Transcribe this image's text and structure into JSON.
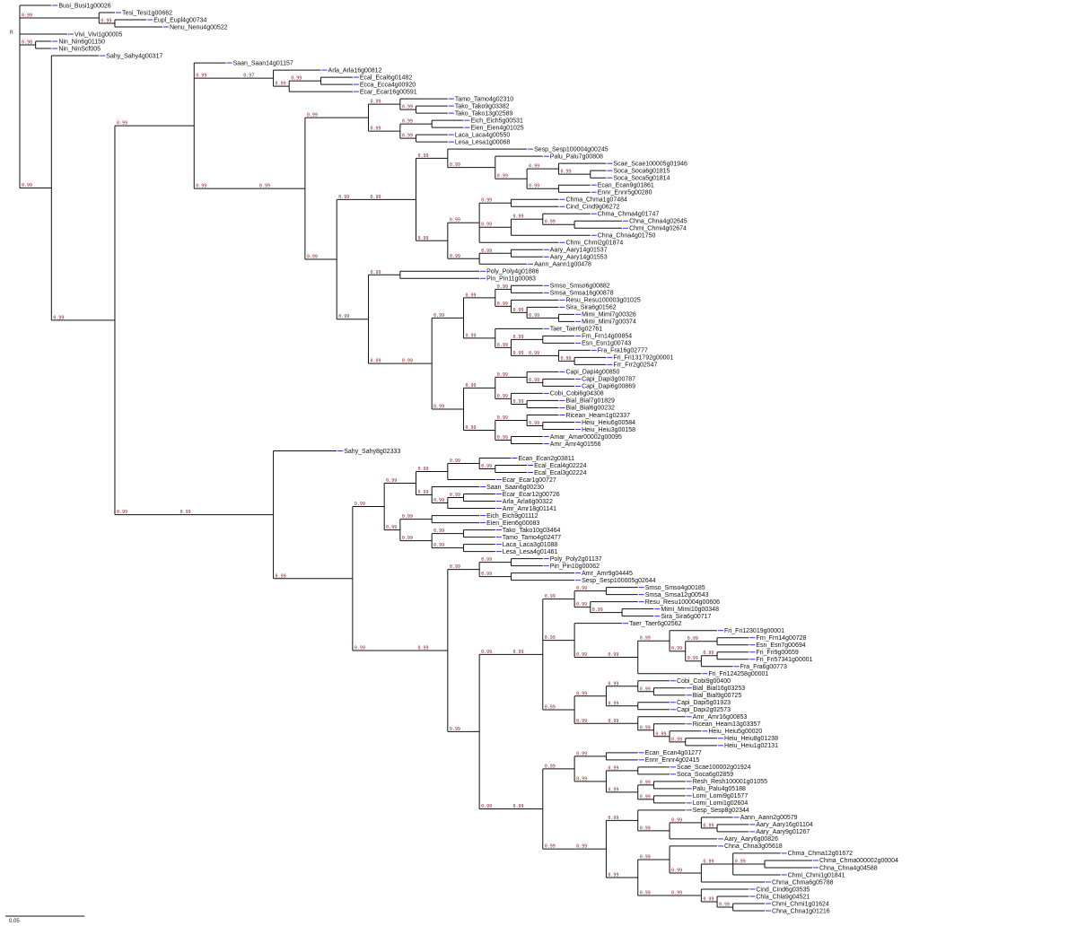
{
  "colors": {
    "branch": "#111111",
    "tip_tick": "#2233cc",
    "support": "#8b1a1a",
    "background": "#ffffff"
  },
  "root_label": "R",
  "scale_bar": {
    "label": "0.05",
    "length": 0.05
  },
  "tree": "(Busi_Busi1g00026:0.02,((Tesi_Tesi1g00662:0.01,(Eupl_Eupl4g00734:0.02,Nenu_Nenu4g00522:0.03)0.99:0.01)0.99:0.05,((Vivi_Vivi1g00005:0.03,(((Nin_Nin6g01150:0.01,Nin_NinScf005:0.01)0.98:0.01,(((Sahy_Sahy4g00317:0.03,((Saan_Saan14g01157:0.02,((Arla_Arla16g00812:0.03,((Ecal_Ecal6g01482:0.02,Ecca_Ecca4g00920:0.02)0.99:0.02,Ecar_Ecar16g00591:0.04)0.99:0.01)0.97:0.02)0.99:0.03,((((Tamo_Tamo4g02310:0.03,(Tako_Tako9g03382:0.02,Tako_Tako13g02589:0.02)0.99:0.01)0.99:0.02,((Eich_Eich5g00531:0.02,Eien_Eien4g01025:0.02)0.99:0.02,(Laca_Laca4g00550:0.02,Lesa_Lesa1g00068:0.02)0.99:0.01)0.99:0.02)0.99:0.04,((((Sesp_Sesp100004g00245:0.05,(Palu_Palu7g00808:0.03,((Scae_Scae100005g01946:0.03,(Soca_Soca6g01815:0.01,Soca_Soca5g01814:0.01)0.99:0.02)0.99:0.02,(Ecan_Ecan9g01861:0.02,Ennr_Ennr5g00280:0.02)0.99:0.02)0.99:0.02)0.99:0.03)0.99:0.02,(((Chma_Chma1g07484:0.03,Cind_Cind9g06272:0.03)0.99:0.02,((Chma_Chma4g01747:0.03,(Chna_Chna4g02645:0.03,Chmi_Chmi4g02674:0.03)0.99:0.02)0.99:0.02,Chna_Chna4g01750:0.05)0.99:0.02,Chmi_Chmi2g01874:0.05)0.99:0.02,((Aary_Aary14g01537:0.02,Aary_Aary14g01553:0.02)0.99:0.02,Aann_Aann1g00478:0.03)0.99:0.02)0.99:0.02)0.99:0.03)0.99:0.02,((Poly_Poly4g01886:0.05,Pin_Pin11g00083:0.05)0.99:0.02,(((((Smso_Smso6g00882:0.02,Smsa_Smsa16g00878:0.02)0.99:0.01,(Resu_Resu100003g01025:0.03,(Sira_Sira6g01562:0.02,(Mimi_Mimi7g00326:0.01,Mimi_Mimi7g00374:0.01)0.99:0.02)0.99:0.01)0.99:0.01)0.99:0.02,(Taer_Taer6g02761:0.03,((Frn_Frn14g00854:0.02,Esn_Esn1g00743:0.02)0.99:0.02,((Fra_Fra16g02777:0.02,(Fri_Fri131792g00001:0.02,Frr_Frr2g02547:0.02)0.99:0.01)0.99:0.02)0.99:0.01)0.99:0.01)0.99:0.02)0.99:0.02,(((Capi_Dapi4g00850:0.02,(Capi_Dapi3g00787:0.02,Capi_Dapi6g00869:0.02)0.99:0.01)0.99:0.02,(Cobi_Cobi6g04308:0.02,(Bial_Bial7g01829:0.02,Bial_Bial6g00232:0.02)0.99:0.01)0.99:0.01)0.99:0.02,((Ricean_Heam1g02337:0.02,(Heiu_Heiu6g00584:0.02,Heiu_Heiu3g00158:0.02)0.99:0.01)0.99:0.02,(Amar_Amar00002g00095:0.02,Amr_Amr4g01556:0.02)0.99:0.01)0.99:0.02)0.99:0.02)0.99:0.02)0.99:0.02)0.99:0.02)0.99:0.02)0.99:0.03)0.99:0.04)0.99:0.05,((Sahy_Sahy8g02333:0.04,(((((Ecan_Ecan2g03811:0.02,(Ecal_Ecal4g02224:0.02,Ecal_Ecal3g02224:0.02)0.99:0.01)0.99:0.02,Ecar_Ecar1g00727:0.03)0.99:0.02,(Saan_Saan6g00230:0.03,((Ecar_Ecar12g00726:0.02,Arla_Arla6g00322:0.02)0.99:0.01,Amr_Amr18g01141:0.03)0.99:0.01)0.99:0.01)0.99:0.02,((Eich_Eich9g01112:0.03,Eien_Eien6g00083:0.03)0.99:0.02,((Tako_Tako10g03464:0.02,Tamo_Tamo4g02477:0.02)0.99:0.02,(Laca_Laca3g01088:0.02,Lesa_Lesa4g01461:0.02)0.99:0.02)0.99:0.02)0.99:0.01)0.99:0.02,((((Poly_Poly2g01137:0.02,Pin_Pin10g00062:0.02)0.99:0.02,(Amr_Amr9g04445:0.04,Sesp_Sesp100005g02644:0.04)0.99:0.02)0.99:0.02,(((((Smso_Smso4g00185:0.02,Smsa_Smsa12g00543:0.02)0.99:0.02,(Resu_Resu100004g00606:0.03,(Mimi_Mimi10g00348:0.02,Sira_Sira6g00717:0.02)0.99:0.02)0.99:0.01)0.99:0.02,(Taer_Taer6g02562:0.03,(((Fri_Fri123019g00001:0.03,((Frn_Frn14g00728:0.02,Esn_Esn7g00694:0.02)0.99:0.02,((Fri_Fri9g00659:0.02,Fri_Fri57341g00001:0.02)0.99:0.01,Fra_Fra6g00773:0.02)0.99:0.01)0.99:0.01)0.99:0.02,Fri_Fri124258g00001:0.04)0.99:0.02)0.99:0.02)0.99:0.02,(((Cobi_Cobi9g00400:0.02,(Bial_Bial16g03253:0.02,Bial_Bial9g00725:0.02)0.99:0.01)0.99:0.02,(Capi_Dapi5g01923:0.02,Capi_Dapi2g02573:0.02)0.99:0.02)0.99:0.02,((Amr_Amr16g00853:0.03,(Ricean_Heam13g03357:0.02,(Heiu_Heiu5g00020:0.02,(Heiu_Heiu8g01238:0.02,Heiu_Heiu1g02131:0.02)0.99:0.01)0.99:0.01)0.99:0.01)0.99:0.02)0.99:0.02)0.99:0.02)0.99:0.02)0.99:0.02,((((Ecan_Ecan4g01277:0.02,Ennr_Ennr4g02415:0.02)0.99:0.02,((Scae_Scae100002g01924:0.02,Soca_Soca6g02859:0.02)0.99:0.02,((Resh_Resh100001g01055:0.02,Palu_Palu4g05188:0.02)0.99:0.01,(Lomi_Lomi9g01577:0.02,Lomi_Lomi1g02604:0.02)0.99:0.01)0.99:0.02)0.99:0.02)0.99:0.02,(((Sesp_Sesp8g02344:0.03,((Aann_Aann2g00579:0.02,(Aary_Aary16g01104:0.02,Aary_Aary9g01267:0.02)0.99:0.01)0.99:0.02,Aary_Aary6g00826:0.03)0.99:0.02)0.99:0.02,((Chna_Chna3g05618:0.03,((Chma_Chma12g01672:0.03,(Chma_Chma000002g00004:0.03,Chna_Chna4g04588:0.03)0.99:0.02,Chmi_Chmi1g01841:0.03)0.99:0.02,Chma_Chma6g05788:0.04)0.99:0.02)0.99:0.02,((Cind_Cind6g03535:0.03,(Chla_Chla9g04521:0.02,(Chmi_Chmi1g01624:0.02,Chna_Chna1g01216:0.02)0.99:0.01)0.99:0.01)0.99:0.02)0.99:0.02)0.99:0.02)0.99:0.02)0.99:0.02)0.99:0.02)0.99:0.02)0.99:0.02)0.99:0.02)0.99:0.04)0.99:0.05)0.99:0.06)0.99:0.04)0.99:0.04)0.99:0.02);"
}
